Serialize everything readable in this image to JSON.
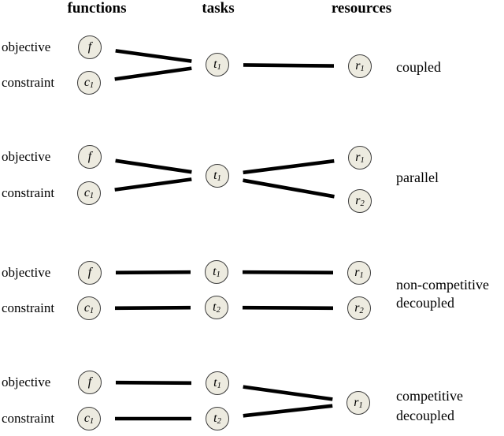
{
  "colors": {
    "background": "#ffffff",
    "node_fill": "#edebe0",
    "node_border": "#3b3b3b",
    "line": "#000000",
    "text": "#000000"
  },
  "columns": {
    "functions": "functions",
    "tasks": "tasks",
    "resources": "resources"
  },
  "row_labels": {
    "objective": "objective",
    "constraint": "constraint"
  },
  "sections": [
    {
      "name": "coupled",
      "label_lines": [
        "coupled"
      ],
      "nodes": [
        {
          "id": "s1-f",
          "letter": "f",
          "sub": ""
        },
        {
          "id": "s1-c1",
          "letter": "c",
          "sub": "1"
        },
        {
          "id": "s1-t1",
          "letter": "t",
          "sub": "1"
        },
        {
          "id": "s1-r1",
          "letter": "r",
          "sub": "1"
        }
      ],
      "edges": [
        [
          "s1-f",
          "s1-t1"
        ],
        [
          "s1-c1",
          "s1-t1"
        ],
        [
          "s1-t1",
          "s1-r1"
        ]
      ]
    },
    {
      "name": "parallel",
      "label_lines": [
        "parallel"
      ],
      "nodes": [
        {
          "id": "s2-f",
          "letter": "f",
          "sub": ""
        },
        {
          "id": "s2-c1",
          "letter": "c",
          "sub": "1"
        },
        {
          "id": "s2-t1",
          "letter": "t",
          "sub": "1"
        },
        {
          "id": "s2-r1",
          "letter": "r",
          "sub": "1"
        },
        {
          "id": "s2-r2",
          "letter": "r",
          "sub": "2"
        }
      ],
      "edges": [
        [
          "s2-f",
          "s2-t1"
        ],
        [
          "s2-c1",
          "s2-t1"
        ],
        [
          "s2-t1",
          "s2-r1"
        ],
        [
          "s2-t1",
          "s2-r2"
        ]
      ]
    },
    {
      "name": "non-competitive decoupled",
      "label_lines": [
        "non-competitive",
        "decoupled"
      ],
      "nodes": [
        {
          "id": "s3-f",
          "letter": "f",
          "sub": ""
        },
        {
          "id": "s3-c1",
          "letter": "c",
          "sub": "1"
        },
        {
          "id": "s3-t1",
          "letter": "t",
          "sub": "1"
        },
        {
          "id": "s3-t2",
          "letter": "t",
          "sub": "2"
        },
        {
          "id": "s3-r1",
          "letter": "r",
          "sub": "1"
        },
        {
          "id": "s3-r2",
          "letter": "r",
          "sub": "2"
        }
      ],
      "edges": [
        [
          "s3-f",
          "s3-t1"
        ],
        [
          "s3-c1",
          "s3-t2"
        ],
        [
          "s3-t1",
          "s3-r1"
        ],
        [
          "s3-t2",
          "s3-r2"
        ]
      ]
    },
    {
      "name": "competitive decoupled",
      "label_lines": [
        "competitive",
        "decoupled"
      ],
      "nodes": [
        {
          "id": "s4-f",
          "letter": "f",
          "sub": ""
        },
        {
          "id": "s4-c1",
          "letter": "c",
          "sub": "1"
        },
        {
          "id": "s4-t1",
          "letter": "t",
          "sub": "1"
        },
        {
          "id": "s4-t2",
          "letter": "t",
          "sub": "2"
        },
        {
          "id": "s4-r1",
          "letter": "r",
          "sub": "1"
        }
      ],
      "edges": [
        [
          "s4-f",
          "s4-t1"
        ],
        [
          "s4-c1",
          "s4-t2"
        ],
        [
          "s4-t1",
          "s4-r1"
        ],
        [
          "s4-t2",
          "s4-r1"
        ]
      ]
    }
  ]
}
